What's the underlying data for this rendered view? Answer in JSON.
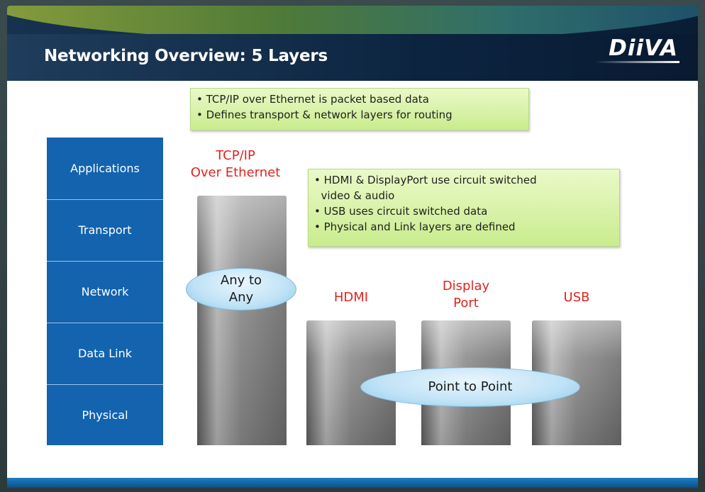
{
  "slide": {
    "title": "Networking Overview: 5 Layers",
    "logo": "DiiVA"
  },
  "layers": [
    {
      "label": "Applications"
    },
    {
      "label": "Transport"
    },
    {
      "label": "Network"
    },
    {
      "label": "Data Link"
    },
    {
      "label": "Physical"
    }
  ],
  "callouts": {
    "tcp": [
      "• TCP/IP over Ethernet is packet based data",
      "• Defines transport & network layers for routing"
    ],
    "circuit": [
      "• HDMI & DisplayPort use circuit switched",
      "  video & audio",
      "• USB uses circuit switched data",
      "• Physical and Link layers are defined"
    ]
  },
  "pillars": {
    "tcpip": {
      "line1": "TCP/IP",
      "line2": "Over Ethernet"
    },
    "hdmi": {
      "label": "HDMI"
    },
    "displayport": {
      "line1": "Display",
      "line2": "Port"
    },
    "usb": {
      "label": "USB"
    }
  },
  "ovals": {
    "any": {
      "line1": "Any to",
      "line2": "Any"
    },
    "p2p": {
      "label": "Point to Point"
    }
  },
  "colors": {
    "layer_blue": "#1363ae",
    "label_red": "#e0241e",
    "callout_green": "#c9ec8e"
  }
}
